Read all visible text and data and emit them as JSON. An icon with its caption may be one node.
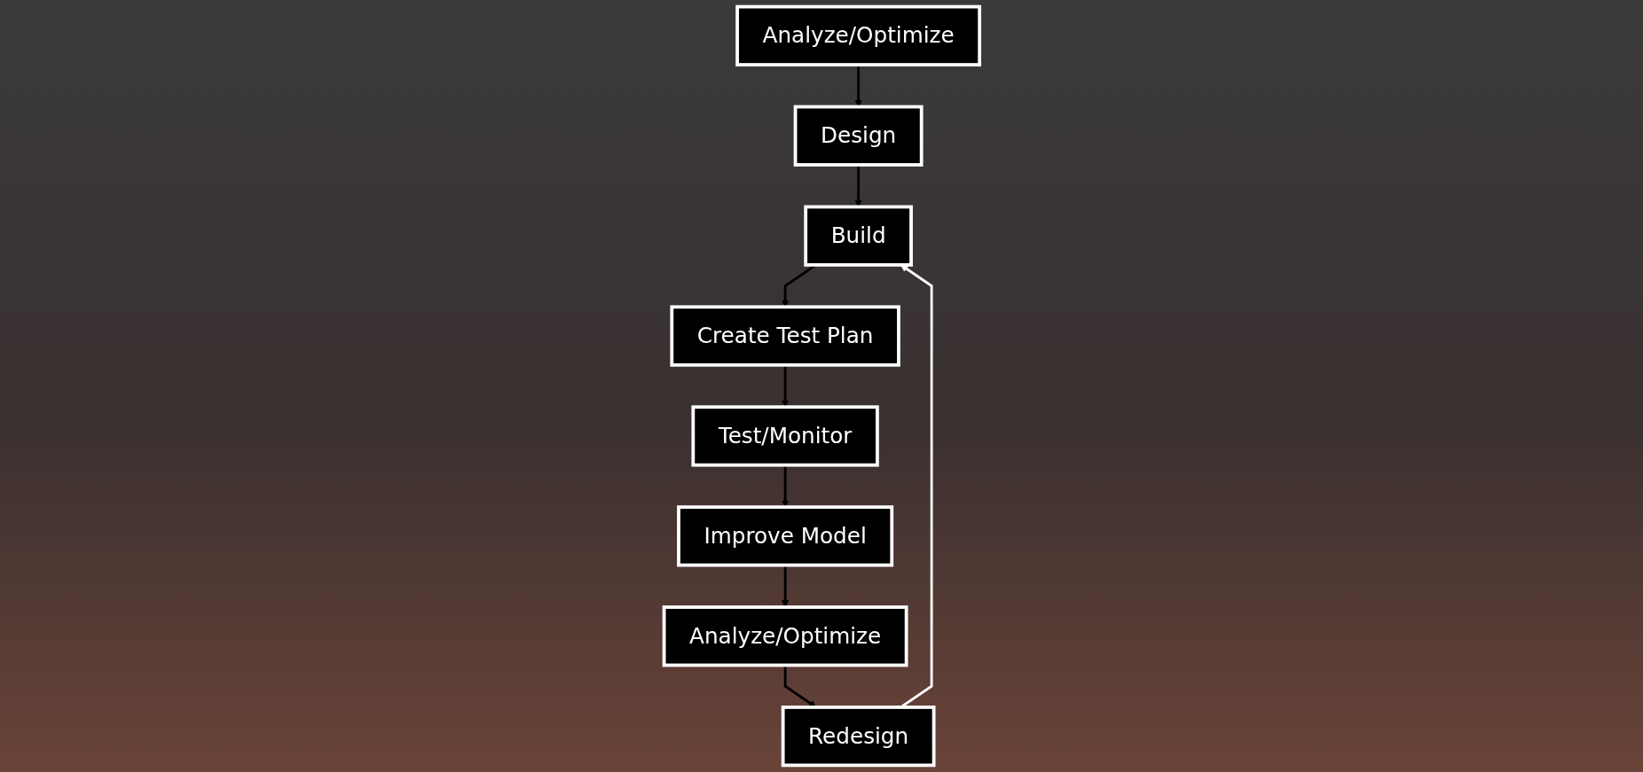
{
  "diagram": {
    "nodes": [
      {
        "text": [
          "Analyze/Optimize"
        ]
      },
      {
        "text": [
          "Design"
        ]
      },
      {
        "text": [
          "Build"
        ]
      },
      {
        "text": [
          "Create Test Plan"
        ]
      },
      {
        "text": [
          "Test/Monitor"
        ]
      },
      {
        "text": [
          "Improve Model"
        ]
      },
      {
        "text": [
          "Analyze/Optimize"
        ]
      },
      {
        "text": [
          "Redesign"
        ]
      }
    ],
    "edges": [
      {
        "from": 0,
        "to": 1,
        "arrow": "to"
      },
      {
        "from": 1,
        "to": 2,
        "arrow": "to"
      },
      {
        "from": 2,
        "to": 3,
        "arrow": "to"
      },
      {
        "from": 3,
        "to": 4,
        "arrow": "to"
      },
      {
        "from": 4,
        "to": 5,
        "arrow": "to"
      },
      {
        "from": 5,
        "to": 6,
        "arrow": "to"
      },
      {
        "from": 6,
        "to": 7,
        "arrow": "to"
      },
      {
        "from": 7,
        "to": 2,
        "arrow": "to",
        "color": "#ffffff"
      }
    ]
  }
}
